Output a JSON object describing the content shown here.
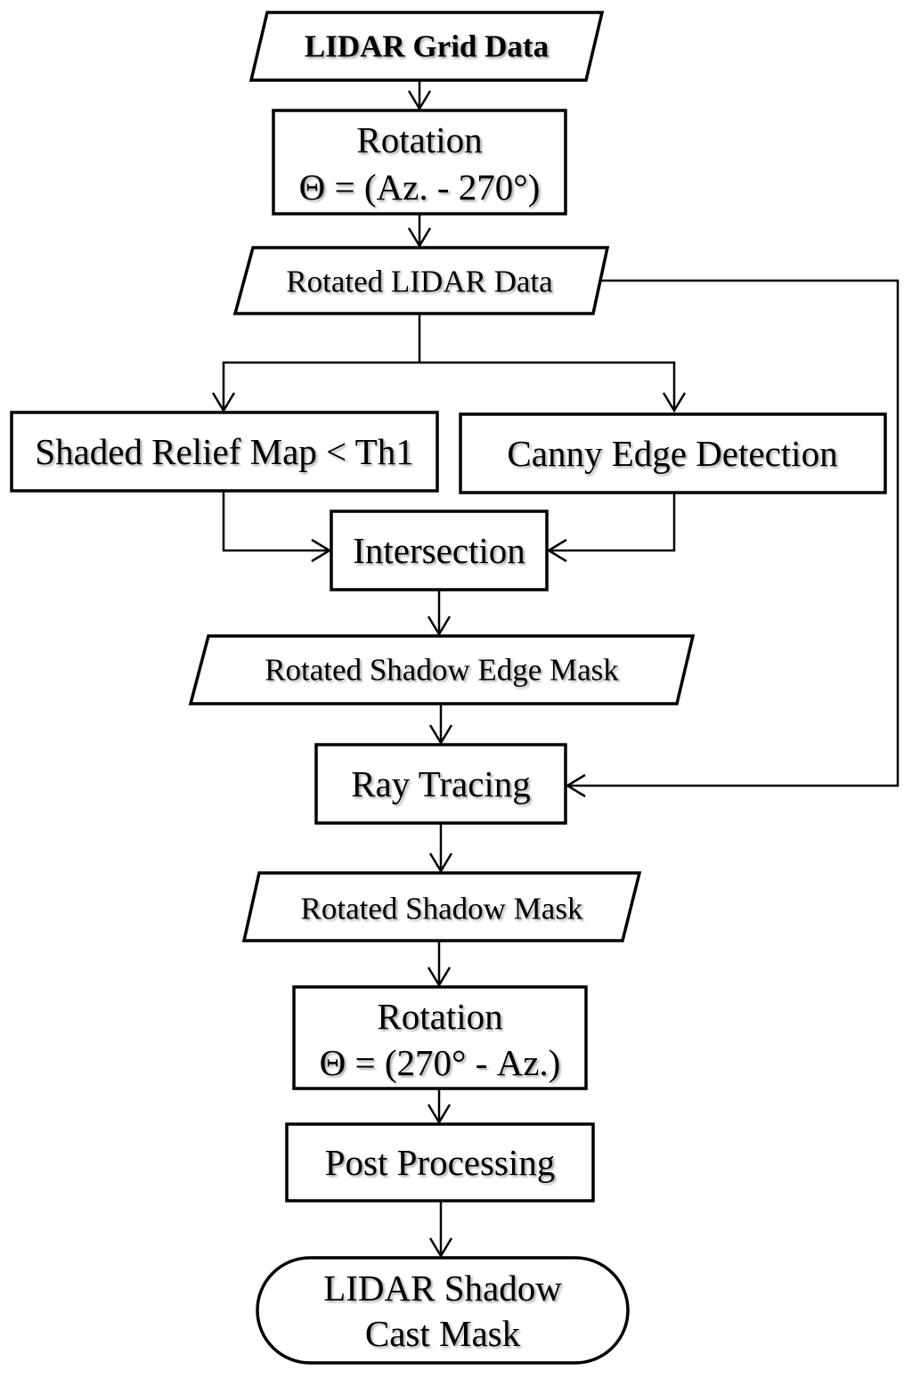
{
  "nodes": {
    "lidar_grid_data": "LIDAR Grid Data",
    "rotation_1_title": "Rotation",
    "rotation_1_formula": "Θ = (Az. - 270°)",
    "rotated_lidar_data": "Rotated LIDAR Data",
    "shaded_relief": "Shaded Relief Map < Th1",
    "canny_edge": "Canny Edge Detection",
    "intersection": "Intersection",
    "rotated_shadow_edge_mask": "Rotated Shadow Edge Mask",
    "ray_tracing": "Ray Tracing",
    "rotated_shadow_mask": "Rotated Shadow Mask",
    "rotation_2_title": "Rotation",
    "rotation_2_formula": "Θ = (270° - Az.)",
    "post_processing": "Post Processing",
    "output_line1": "LIDAR Shadow",
    "output_line2": "Cast Mask"
  }
}
